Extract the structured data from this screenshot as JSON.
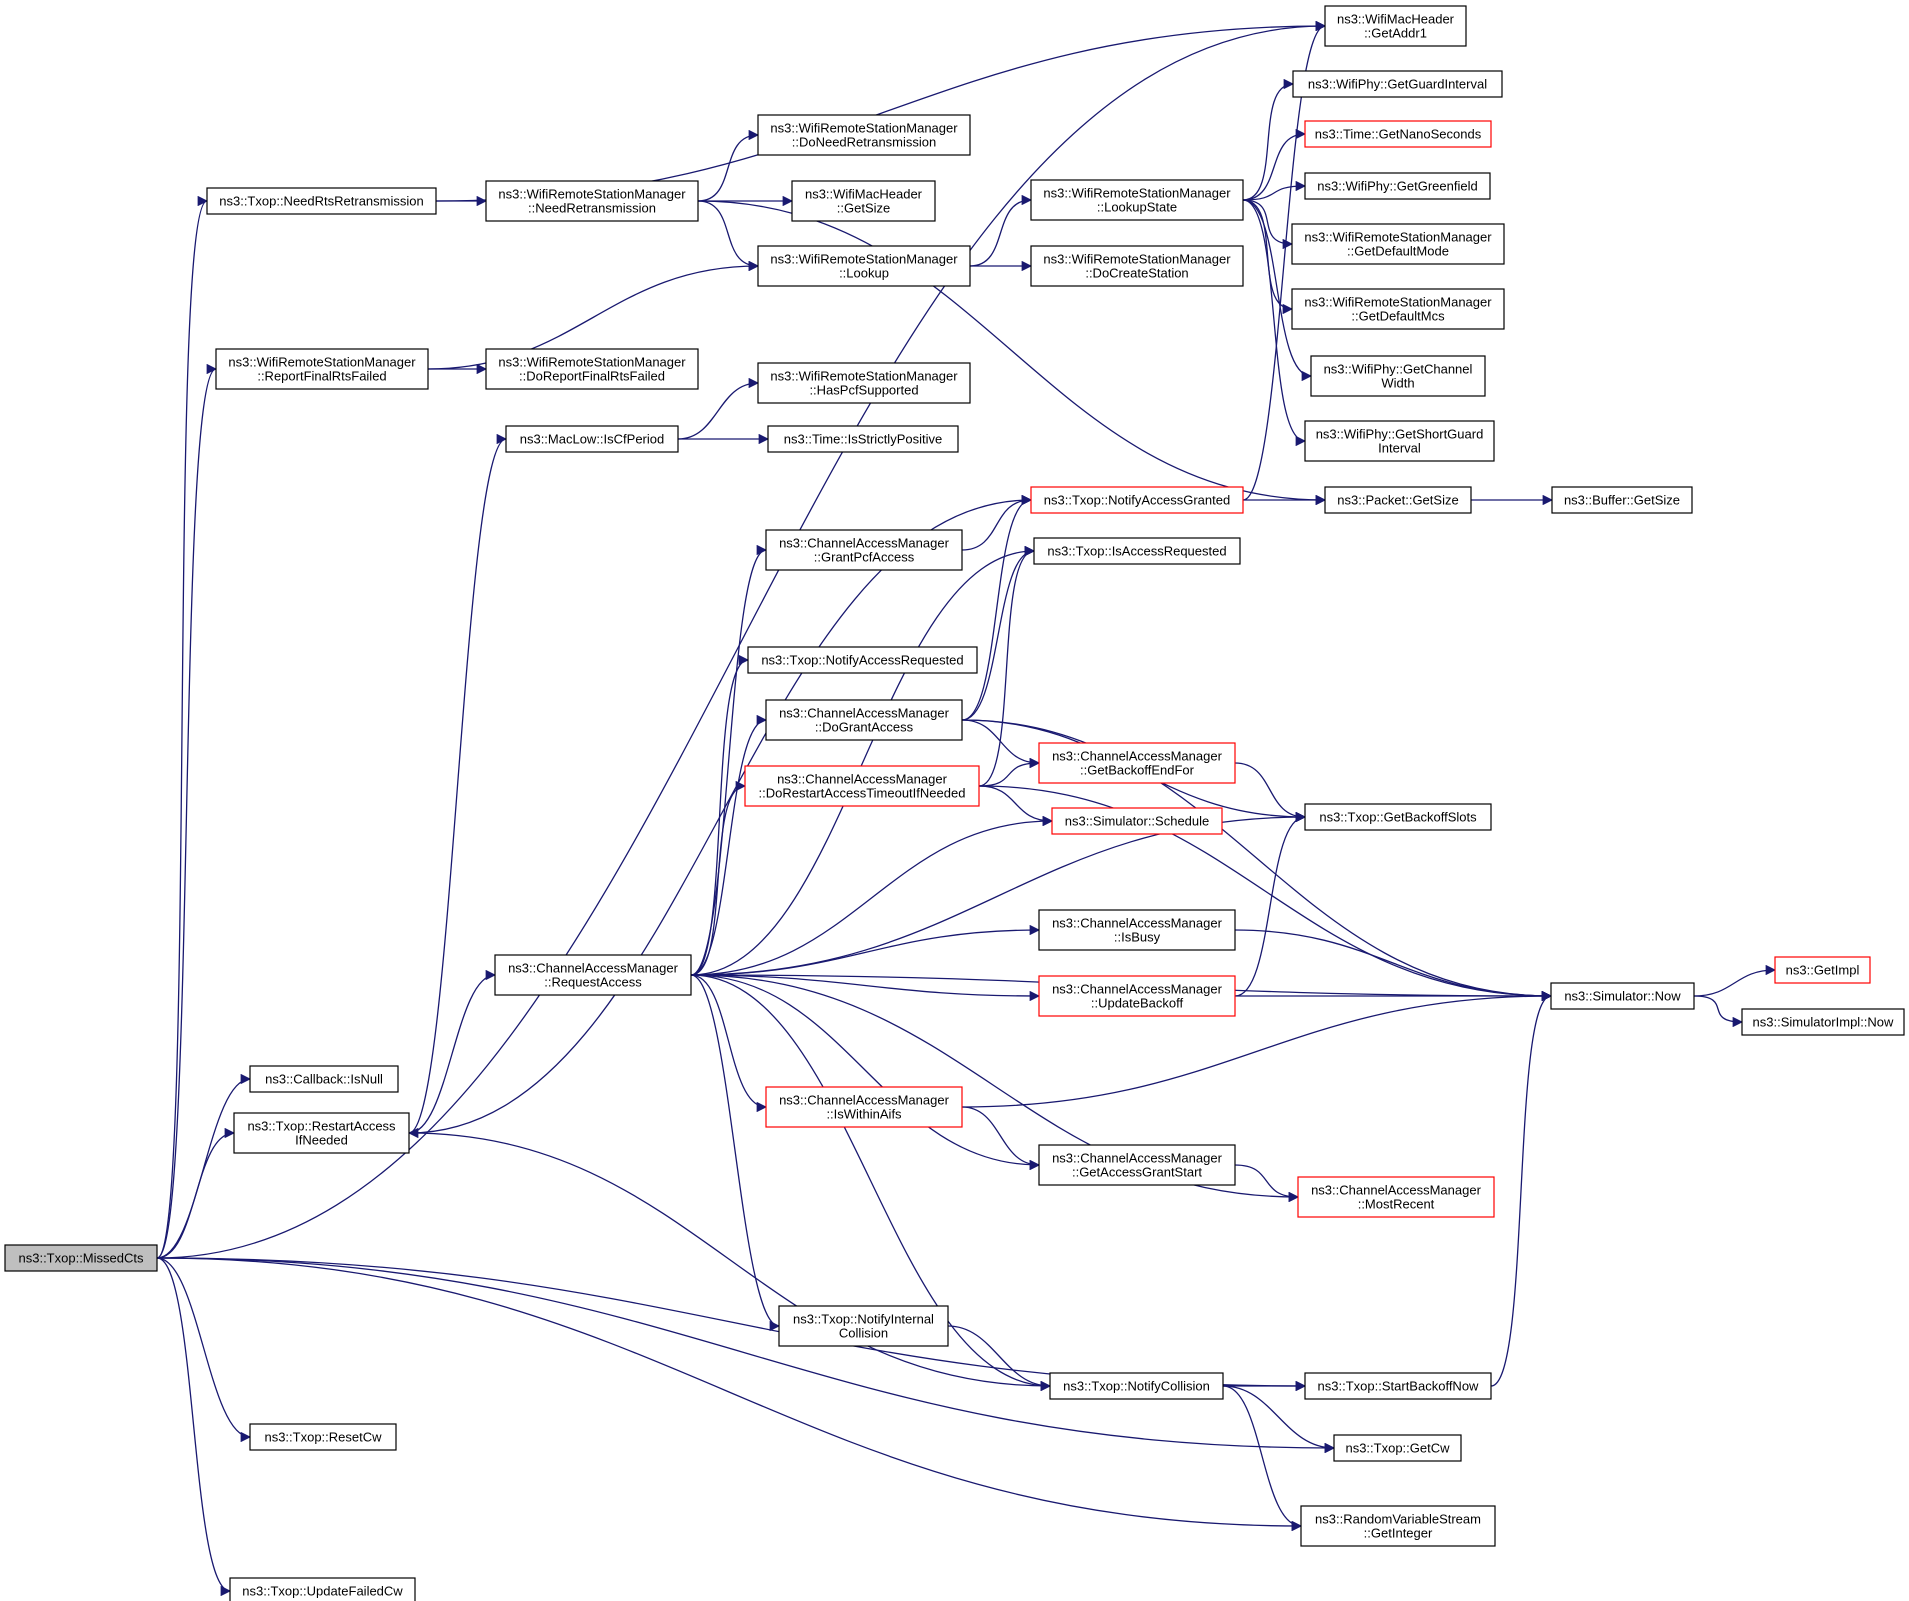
{
  "graph": {
    "nodes": [
      {
        "id": "missedcts",
        "lines": [
          "ns3::Txop::MissedCts"
        ],
        "style": "root"
      },
      {
        "id": "getaddr1",
        "lines": [
          "ns3::WifiMacHeader",
          "::GetAddr1"
        ],
        "style": "normal"
      },
      {
        "id": "needrtsretx",
        "lines": [
          "ns3::Txop::NeedRtsRetransmission"
        ],
        "style": "normal"
      },
      {
        "id": "needretx",
        "lines": [
          "ns3::WifiRemoteStationManager",
          "::NeedRetransmission"
        ],
        "style": "normal"
      },
      {
        "id": "doneedretx",
        "lines": [
          "ns3::WifiRemoteStationManager",
          "::DoNeedRetransmission"
        ],
        "style": "normal"
      },
      {
        "id": "macgetsize",
        "lines": [
          "ns3::WifiMacHeader",
          "::GetSize"
        ],
        "style": "normal"
      },
      {
        "id": "lookup",
        "lines": [
          "ns3::WifiRemoteStationManager",
          "::Lookup"
        ],
        "style": "normal"
      },
      {
        "id": "lookupstate",
        "lines": [
          "ns3::WifiRemoteStationManager",
          "::LookupState"
        ],
        "style": "normal"
      },
      {
        "id": "docreatestation",
        "lines": [
          "ns3::WifiRemoteStationManager",
          "::DoCreateStation"
        ],
        "style": "normal"
      },
      {
        "id": "getguardinterval",
        "lines": [
          "ns3::WifiPhy::GetGuardInterval"
        ],
        "style": "normal"
      },
      {
        "id": "getnanoseconds",
        "lines": [
          "ns3::Time::GetNanoSeconds"
        ],
        "style": "red"
      },
      {
        "id": "getgreenfield",
        "lines": [
          "ns3::WifiPhy::GetGreenfield"
        ],
        "style": "normal"
      },
      {
        "id": "getdefaultmode",
        "lines": [
          "ns3::WifiRemoteStationManager",
          "::GetDefaultMode"
        ],
        "style": "normal"
      },
      {
        "id": "getdefaultmcs",
        "lines": [
          "ns3::WifiRemoteStationManager",
          "::GetDefaultMcs"
        ],
        "style": "normal"
      },
      {
        "id": "getchannelwidth",
        "lines": [
          "ns3::WifiPhy::GetChannel",
          "Width"
        ],
        "style": "normal"
      },
      {
        "id": "getshortguard",
        "lines": [
          "ns3::WifiPhy::GetShortGuard",
          "Interval"
        ],
        "style": "normal"
      },
      {
        "id": "reportfinalrts",
        "lines": [
          "ns3::WifiRemoteStationManager",
          "::ReportFinalRtsFailed"
        ],
        "style": "normal"
      },
      {
        "id": "doreportfinalrts",
        "lines": [
          "ns3::WifiRemoteStationManager",
          "::DoReportFinalRtsFailed"
        ],
        "style": "normal"
      },
      {
        "id": "haspcf",
        "lines": [
          "ns3::WifiRemoteStationManager",
          "::HasPcfSupported"
        ],
        "style": "normal"
      },
      {
        "id": "iscfperiod",
        "lines": [
          "ns3::MacLow::IsCfPeriod"
        ],
        "style": "normal"
      },
      {
        "id": "isstrictlypositive",
        "lines": [
          "ns3::Time::IsStrictlyPositive"
        ],
        "style": "normal"
      },
      {
        "id": "notifyaccessgranted",
        "lines": [
          "ns3::Txop::NotifyAccessGranted"
        ],
        "style": "red"
      },
      {
        "id": "packetgetsize",
        "lines": [
          "ns3::Packet::GetSize"
        ],
        "style": "normal"
      },
      {
        "id": "buffergetsize",
        "lines": [
          "ns3::Buffer::GetSize"
        ],
        "style": "normal"
      },
      {
        "id": "grantpcf",
        "lines": [
          "ns3::ChannelAccessManager",
          "::GrantPcfAccess"
        ],
        "style": "normal"
      },
      {
        "id": "isaccessrequested",
        "lines": [
          "ns3::Txop::IsAccessRequested"
        ],
        "style": "normal"
      },
      {
        "id": "notifyaccessrequested",
        "lines": [
          "ns3::Txop::NotifyAccessRequested"
        ],
        "style": "normal"
      },
      {
        "id": "dograntaccess",
        "lines": [
          "ns3::ChannelAccessManager",
          "::DoGrantAccess"
        ],
        "style": "normal"
      },
      {
        "id": "dorestart",
        "lines": [
          "ns3::ChannelAccessManager",
          "::DoRestartAccessTimeoutIfNeeded"
        ],
        "style": "red"
      },
      {
        "id": "getbackoffendfor",
        "lines": [
          "ns3::ChannelAccessManager",
          "::GetBackoffEndFor"
        ],
        "style": "red"
      },
      {
        "id": "schedule",
        "lines": [
          "ns3::Simulator::Schedule"
        ],
        "style": "red"
      },
      {
        "id": "getbackoffslots",
        "lines": [
          "ns3::Txop::GetBackoffSlots"
        ],
        "style": "normal"
      },
      {
        "id": "isbusy",
        "lines": [
          "ns3::ChannelAccessManager",
          "::IsBusy"
        ],
        "style": "normal"
      },
      {
        "id": "requestaccess",
        "lines": [
          "ns3::ChannelAccessManager",
          "::RequestAccess"
        ],
        "style": "normal"
      },
      {
        "id": "updatebackoff",
        "lines": [
          "ns3::ChannelAccessManager",
          "::UpdateBackoff"
        ],
        "style": "red"
      },
      {
        "id": "simnow",
        "lines": [
          "ns3::Simulator::Now"
        ],
        "style": "normal"
      },
      {
        "id": "getimpl",
        "lines": [
          "ns3::GetImpl"
        ],
        "style": "red"
      },
      {
        "id": "simimplnow",
        "lines": [
          "ns3::SimulatorImpl::Now"
        ],
        "style": "normal"
      },
      {
        "id": "isnull",
        "lines": [
          "ns3::Callback::IsNull"
        ],
        "style": "normal"
      },
      {
        "id": "restartaccess",
        "lines": [
          "ns3::Txop::RestartAccess",
          "IfNeeded"
        ],
        "style": "normal"
      },
      {
        "id": "iswithinaifs",
        "lines": [
          "ns3::ChannelAccessManager",
          "::IsWithinAifs"
        ],
        "style": "red"
      },
      {
        "id": "getaccessgrantstart",
        "lines": [
          "ns3::ChannelAccessManager",
          "::GetAccessGrantStart"
        ],
        "style": "normal"
      },
      {
        "id": "mostrecent",
        "lines": [
          "ns3::ChannelAccessManager",
          "::MostRecent"
        ],
        "style": "red"
      },
      {
        "id": "notifyinternal",
        "lines": [
          "ns3::Txop::NotifyInternal",
          "Collision"
        ],
        "style": "normal"
      },
      {
        "id": "notifycollision",
        "lines": [
          "ns3::Txop::NotifyCollision"
        ],
        "style": "normal"
      },
      {
        "id": "startbackoffnow",
        "lines": [
          "ns3::Txop::StartBackoffNow"
        ],
        "style": "normal"
      },
      {
        "id": "resetcw",
        "lines": [
          "ns3::Txop::ResetCw"
        ],
        "style": "normal"
      },
      {
        "id": "getcw",
        "lines": [
          "ns3::Txop::GetCw"
        ],
        "style": "normal"
      },
      {
        "id": "getinteger",
        "lines": [
          "ns3::RandomVariableStream",
          "::GetInteger"
        ],
        "style": "normal"
      },
      {
        "id": "updatefailedcw",
        "lines": [
          "ns3::Txop::UpdateFailedCw"
        ],
        "style": "normal"
      }
    ],
    "edges": [
      {
        "from": "missedcts",
        "to": "getaddr1"
      },
      {
        "from": "missedcts",
        "to": "needrtsretx"
      },
      {
        "from": "missedcts",
        "to": "reportfinalrts"
      },
      {
        "from": "missedcts",
        "to": "isnull"
      },
      {
        "from": "missedcts",
        "to": "restartaccess"
      },
      {
        "from": "missedcts",
        "to": "startbackoffnow"
      },
      {
        "from": "missedcts",
        "to": "resetcw"
      },
      {
        "from": "missedcts",
        "to": "getcw"
      },
      {
        "from": "missedcts",
        "to": "getinteger"
      },
      {
        "from": "missedcts",
        "to": "updatefailedcw"
      },
      {
        "from": "needrtsretx",
        "to": "getaddr1"
      },
      {
        "from": "needrtsretx",
        "to": "needretx"
      },
      {
        "from": "needretx",
        "to": "doneedretx"
      },
      {
        "from": "needretx",
        "to": "macgetsize"
      },
      {
        "from": "needretx",
        "to": "lookup"
      },
      {
        "from": "needretx",
        "to": "packetgetsize"
      },
      {
        "from": "lookup",
        "to": "lookupstate"
      },
      {
        "from": "lookup",
        "to": "docreatestation"
      },
      {
        "from": "lookupstate",
        "to": "getguardinterval"
      },
      {
        "from": "lookupstate",
        "to": "getnanoseconds"
      },
      {
        "from": "lookupstate",
        "to": "getgreenfield"
      },
      {
        "from": "lookupstate",
        "to": "getdefaultmode"
      },
      {
        "from": "lookupstate",
        "to": "getdefaultmcs"
      },
      {
        "from": "lookupstate",
        "to": "getchannelwidth"
      },
      {
        "from": "lookupstate",
        "to": "getshortguard"
      },
      {
        "from": "reportfinalrts",
        "to": "lookup"
      },
      {
        "from": "reportfinalrts",
        "to": "doreportfinalrts"
      },
      {
        "from": "iscfperiod",
        "to": "haspcf"
      },
      {
        "from": "iscfperiod",
        "to": "isstrictlypositive"
      },
      {
        "from": "notifyaccessgranted",
        "to": "getaddr1"
      },
      {
        "from": "notifyaccessgranted",
        "to": "packetgetsize"
      },
      {
        "from": "packetgetsize",
        "to": "buffergetsize"
      },
      {
        "from": "grantpcf",
        "to": "notifyaccessgranted"
      },
      {
        "from": "dograntaccess",
        "to": "notifyaccessgranted"
      },
      {
        "from": "dograntaccess",
        "to": "isaccessrequested"
      },
      {
        "from": "dograntaccess",
        "to": "getbackoffendfor"
      },
      {
        "from": "dograntaccess",
        "to": "getbackoffslots"
      },
      {
        "from": "dograntaccess",
        "to": "simnow"
      },
      {
        "from": "dorestart",
        "to": "isaccessrequested"
      },
      {
        "from": "dorestart",
        "to": "getbackoffendfor"
      },
      {
        "from": "dorestart",
        "to": "schedule"
      },
      {
        "from": "dorestart",
        "to": "simnow"
      },
      {
        "from": "getbackoffendfor",
        "to": "getbackoffslots"
      },
      {
        "from": "requestaccess",
        "to": "isaccessrequested"
      },
      {
        "from": "requestaccess",
        "to": "grantpcf"
      },
      {
        "from": "requestaccess",
        "to": "notifyaccessrequested"
      },
      {
        "from": "requestaccess",
        "to": "dograntaccess"
      },
      {
        "from": "requestaccess",
        "to": "dorestart"
      },
      {
        "from": "requestaccess",
        "to": "schedule"
      },
      {
        "from": "requestaccess",
        "to": "getbackoffslots"
      },
      {
        "from": "requestaccess",
        "to": "isbusy"
      },
      {
        "from": "requestaccess",
        "to": "updatebackoff"
      },
      {
        "from": "requestaccess",
        "to": "simnow"
      },
      {
        "from": "requestaccess",
        "to": "iswithinaifs"
      },
      {
        "from": "requestaccess",
        "to": "getaccessgrantstart"
      },
      {
        "from": "requestaccess",
        "to": "mostrecent"
      },
      {
        "from": "requestaccess",
        "to": "notifyinternal"
      },
      {
        "from": "requestaccess",
        "to": "notifycollision"
      },
      {
        "from": "isbusy",
        "to": "simnow"
      },
      {
        "from": "updatebackoff",
        "to": "getbackoffslots"
      },
      {
        "from": "updatebackoff",
        "to": "simnow"
      },
      {
        "from": "simnow",
        "to": "getimpl"
      },
      {
        "from": "simnow",
        "to": "simimplnow"
      },
      {
        "from": "restartaccess",
        "to": "iscfperiod"
      },
      {
        "from": "restartaccess",
        "to": "notifyaccessgranted"
      },
      {
        "from": "restartaccess",
        "to": "requestaccess"
      },
      {
        "from": "iswithinaifs",
        "to": "simnow"
      },
      {
        "from": "iswithinaifs",
        "to": "getaccessgrantstart"
      },
      {
        "from": "getaccessgrantstart",
        "to": "mostrecent"
      },
      {
        "from": "notifyinternal",
        "to": "notifycollision"
      },
      {
        "from": "notifycollision",
        "to": "restartaccess"
      },
      {
        "from": "notifycollision",
        "to": "startbackoffnow"
      },
      {
        "from": "notifycollision",
        "to": "getcw"
      },
      {
        "from": "notifycollision",
        "to": "getinteger"
      },
      {
        "from": "startbackoffnow",
        "to": "simnow"
      }
    ]
  }
}
